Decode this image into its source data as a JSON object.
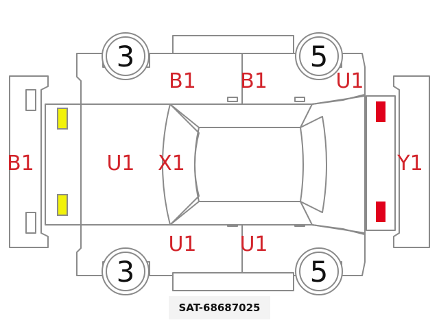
{
  "wheels": {
    "front_left": "3",
    "front_right": "5",
    "rear_left": "3",
    "rear_right": "5"
  },
  "damage_codes": {
    "rear_bumper": "B1",
    "trunk": "U1",
    "rear_glass": "X1",
    "top_rear_door": "B1",
    "top_front_door": "B1",
    "top_front_fender": "U1",
    "bottom_rear_door": "U1",
    "bottom_front_door": "U1",
    "front_bumper": "Y1"
  },
  "colors": {
    "damage_text": "#d2232a",
    "rear_lights": "#f2f20a",
    "front_lights": "#e0001b",
    "outline": "#8a8a8a"
  },
  "caption": "SAT-68687025"
}
